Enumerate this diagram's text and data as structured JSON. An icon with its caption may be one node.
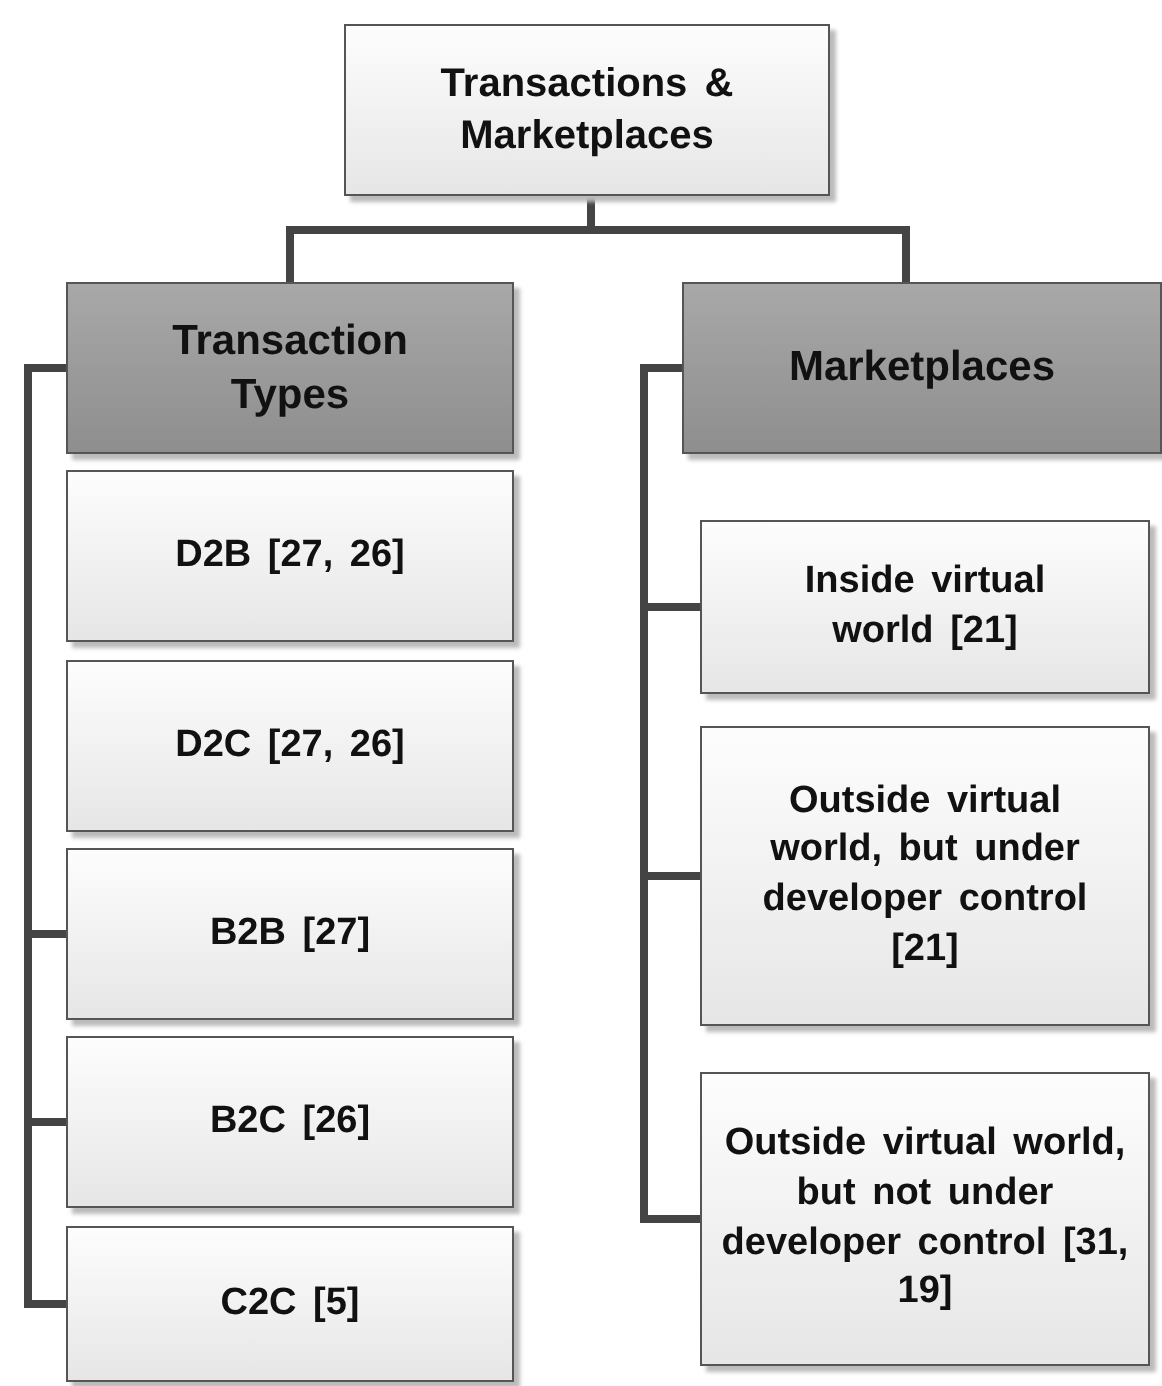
{
  "diagram": {
    "nodes": [
      {
        "text": [
          "Transactions & Marketplaces"
        ]
      },
      {
        "text": [
          "Transaction Types"
        ]
      },
      {
        "text": [
          "Marketplaces"
        ]
      },
      {
        "text": [
          "D2B [27, 26]"
        ]
      },
      {
        "text": [
          "D2C [27, 26]"
        ]
      },
      {
        "text": [
          "B2B [27]"
        ]
      },
      {
        "text": [
          "B2C [26]"
        ]
      },
      {
        "text": [
          "C2C [5]"
        ]
      },
      {
        "text": [
          "Inside virtual world [21]"
        ]
      },
      {
        "text": [
          "Outside virtual world, but under developer control [21]"
        ]
      },
      {
        "text": [
          "Outside virtual world, but not under developer control [31, 19]"
        ]
      }
    ],
    "edges": [
      {
        "from": 0,
        "to": 1,
        "arrow": "none"
      },
      {
        "from": 0,
        "to": 2,
        "arrow": "none"
      },
      {
        "from": 1,
        "to": 5,
        "arrow": "none"
      },
      {
        "from": 1,
        "to": 6,
        "arrow": "none"
      },
      {
        "from": 1,
        "to": 7,
        "arrow": "none"
      },
      {
        "from": 2,
        "to": 8,
        "arrow": "none"
      },
      {
        "from": 2,
        "to": 9,
        "arrow": "none"
      },
      {
        "from": 2,
        "to": 10,
        "arrow": "none"
      }
    ]
  }
}
